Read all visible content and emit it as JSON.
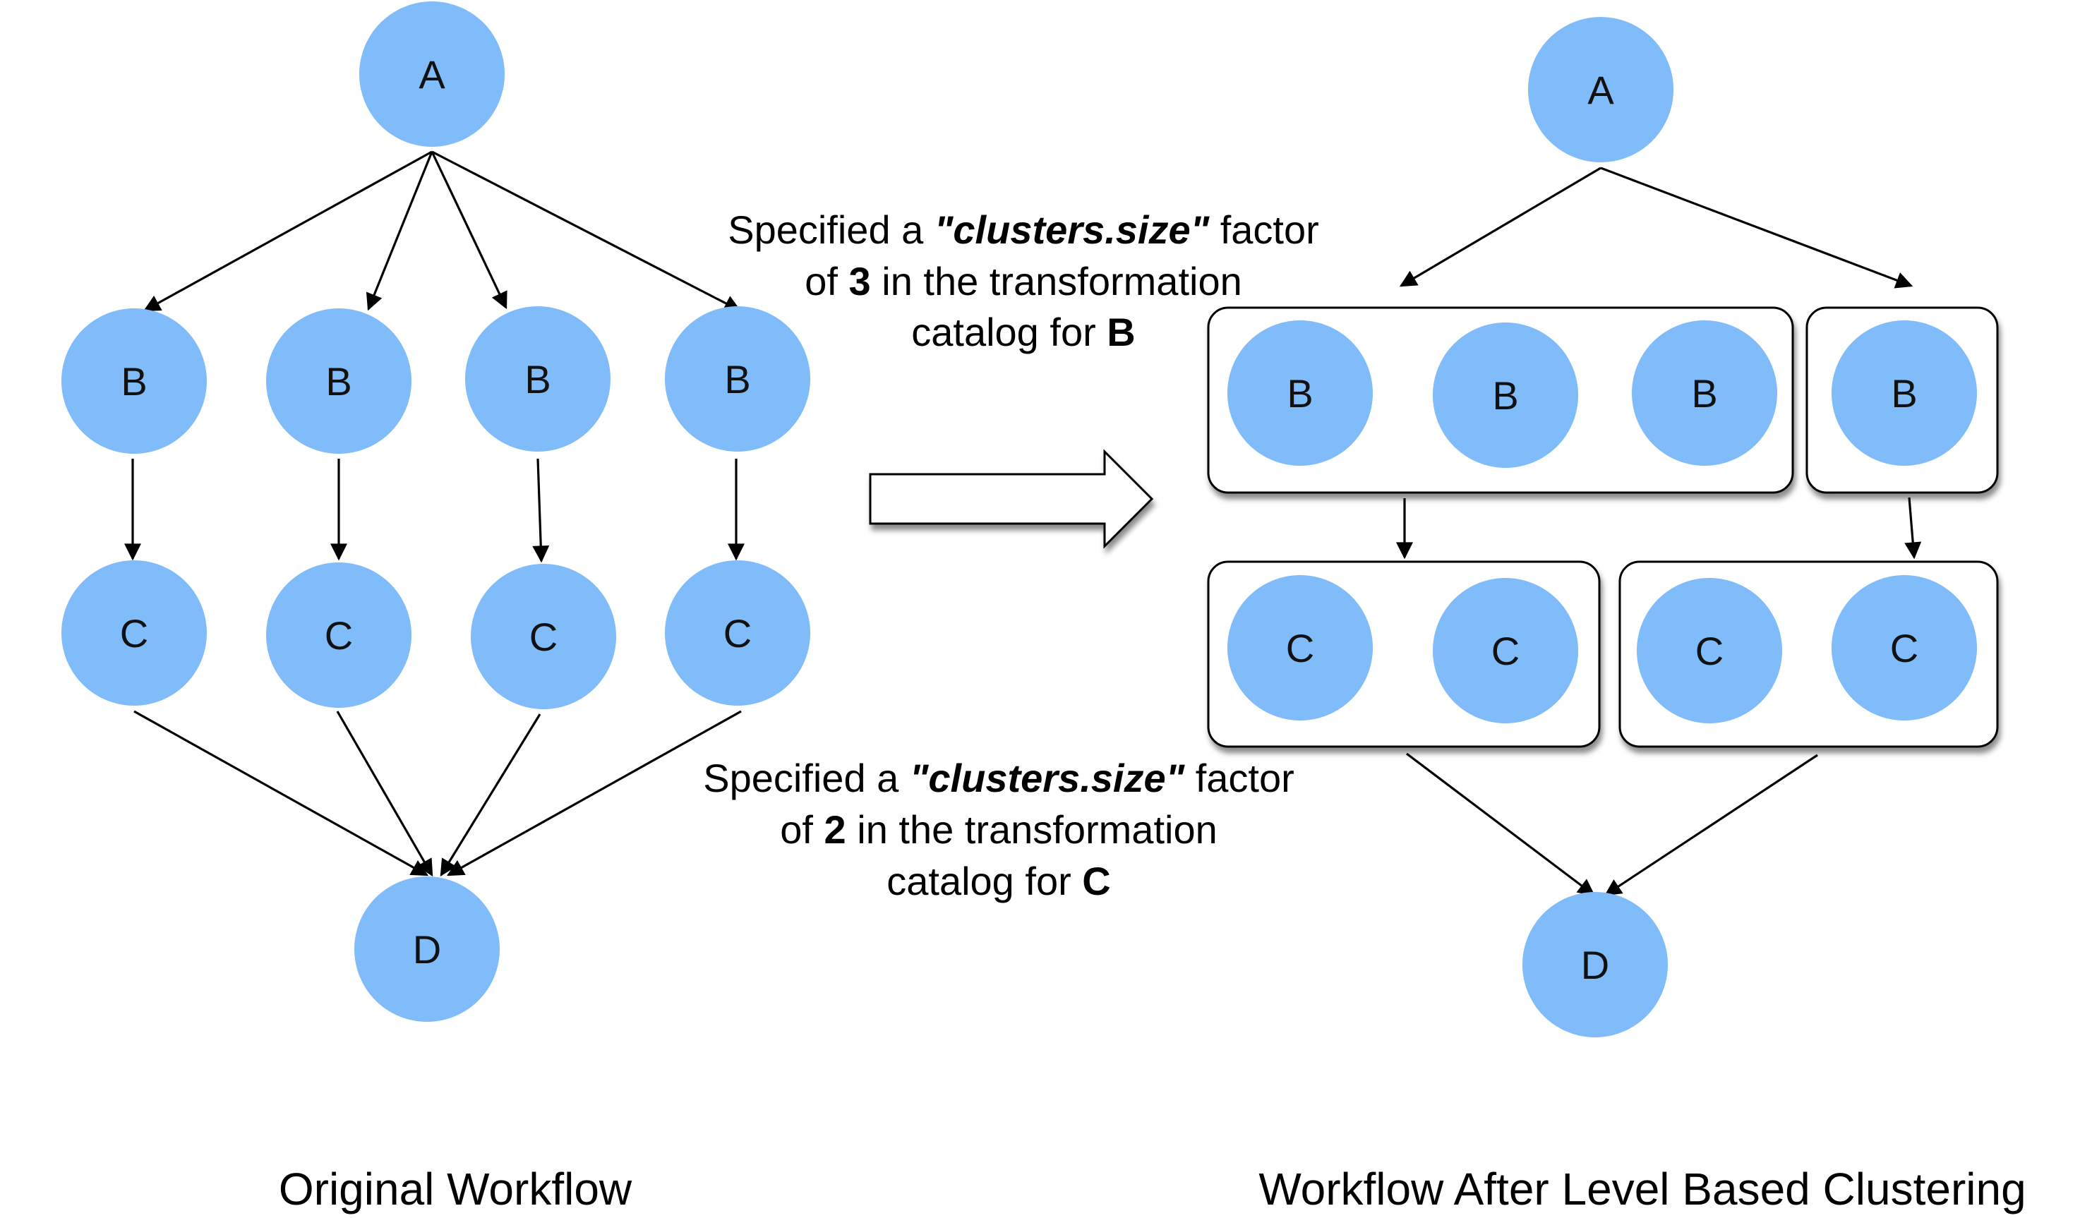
{
  "colors": {
    "node_fill": "#80BBFA",
    "edge": "#000000",
    "box": "#ffffff"
  },
  "left": {
    "caption": "Original Workflow",
    "nodes": {
      "a": "A",
      "b": [
        "B",
        "B",
        "B",
        "B"
      ],
      "c": [
        "C",
        "C",
        "C",
        "C"
      ],
      "d": "D"
    }
  },
  "right": {
    "caption": "Workflow After Level Based Clustering",
    "nodes": {
      "a": "A",
      "b": [
        "B",
        "B",
        "B",
        "B"
      ],
      "c": [
        "C",
        "C",
        "C",
        "C"
      ],
      "d": "D"
    }
  },
  "notes": {
    "b": {
      "line1_pre": "Specified a ",
      "line1_key": "\"clusters.size\"",
      "line1_post": " factor",
      "line2_pre": "of ",
      "line2_num": "3",
      "line2_post": " in the transformation",
      "line3_pre": "catalog for ",
      "line3_job": "B"
    },
    "c": {
      "line1_pre": "Specified a ",
      "line1_key": "\"clusters.size\"",
      "line1_post": " factor",
      "line2_pre": "of ",
      "line2_num": "2",
      "line2_post": " in the transformation",
      "line3_pre": "catalog for ",
      "line3_job": "C"
    }
  },
  "arrow_icon": "right-block-arrow-icon"
}
